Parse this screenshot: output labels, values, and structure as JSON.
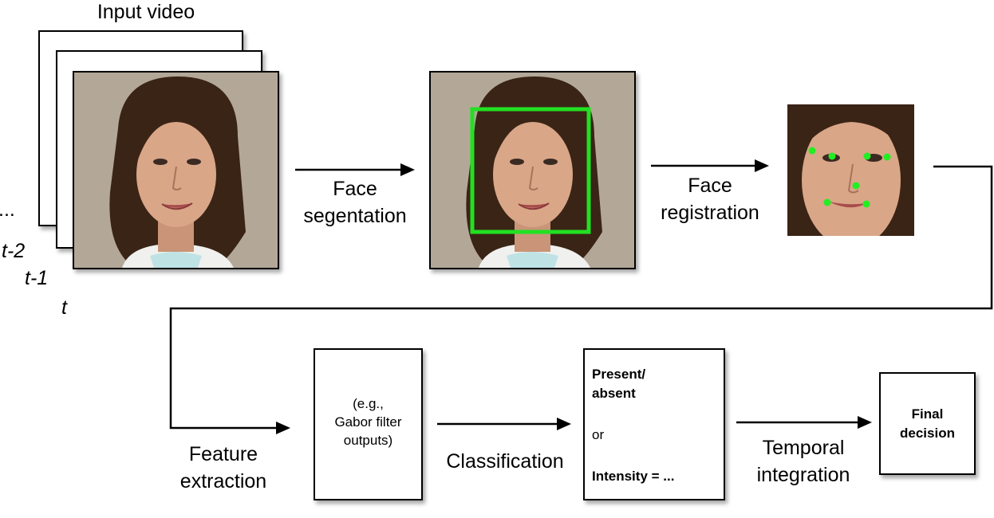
{
  "input": {
    "title": "Input video",
    "ellipsis": "...",
    "frame_labels": [
      "t-2",
      "t-1",
      "t"
    ]
  },
  "steps": {
    "face_segmentation": [
      "Face",
      "segentation"
    ],
    "face_registration": [
      "Face",
      "registration"
    ],
    "feature_extraction": [
      "Feature",
      "extraction"
    ],
    "classification": "Classification",
    "temporal_integration": [
      "Temporal",
      "integration"
    ]
  },
  "boxes": {
    "feature_box": [
      "(e.g.,",
      "Gabor filter",
      "outputs)"
    ],
    "classifier_box": {
      "line1": "Present/",
      "line2": "absent",
      "or": "or",
      "intensity": "Intensity = ..."
    },
    "final_box": [
      "Final",
      "decision"
    ]
  },
  "colors": {
    "bounding_box": "#22e022",
    "landmark": "#22ee22",
    "photo_background": "#b3a898",
    "hair": "#3a2416",
    "skin": "#d9a688"
  }
}
